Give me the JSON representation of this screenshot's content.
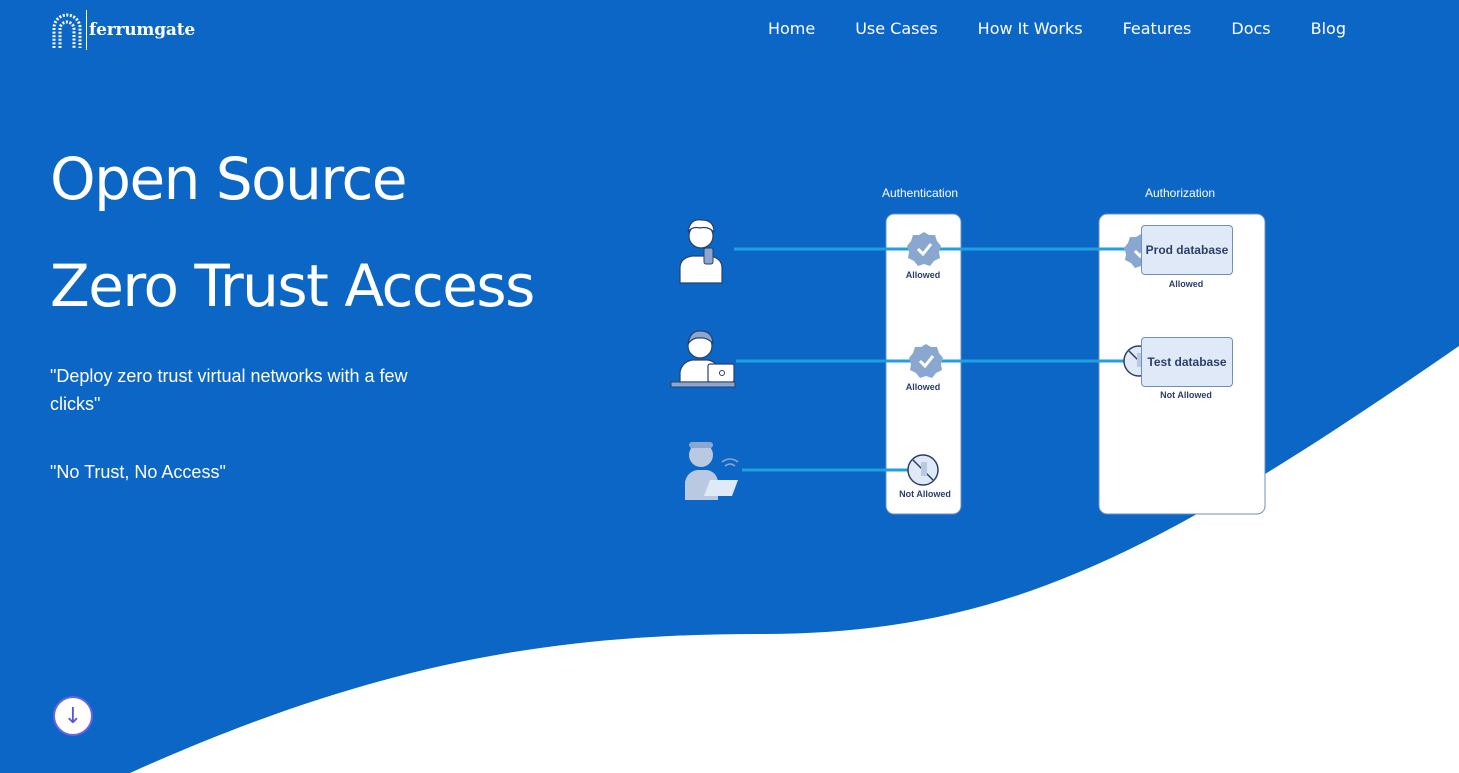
{
  "brand": {
    "name": "ferrumgate"
  },
  "nav": {
    "items": [
      "Home",
      "Use Cases",
      "How It Works",
      "Features",
      "Docs",
      "Blog"
    ]
  },
  "hero": {
    "title_line1": "Open Source",
    "title_line2": "Zero Trust Access",
    "tagline1": "\"Deploy zero trust virtual networks with a few clicks\"",
    "tagline2": "\"No Trust, No Access\""
  },
  "diagram": {
    "authentication_label": "Authentication",
    "authorization_label": "Authorization",
    "auth_status": [
      "Allowed",
      "Allowed",
      "Not Allowed"
    ],
    "resources": [
      {
        "name": "Prod database",
        "status": "Allowed"
      },
      {
        "name": "Test database",
        "status": "Not Allowed"
      }
    ]
  },
  "scroll_button": {
    "icon": "arrow-down-icon",
    "glyph": "↓"
  },
  "colors": {
    "primary": "#0c66c5",
    "line": "#1fa0e0",
    "badge": "#8aa7cf",
    "text_dark": "#2b3f6a"
  }
}
